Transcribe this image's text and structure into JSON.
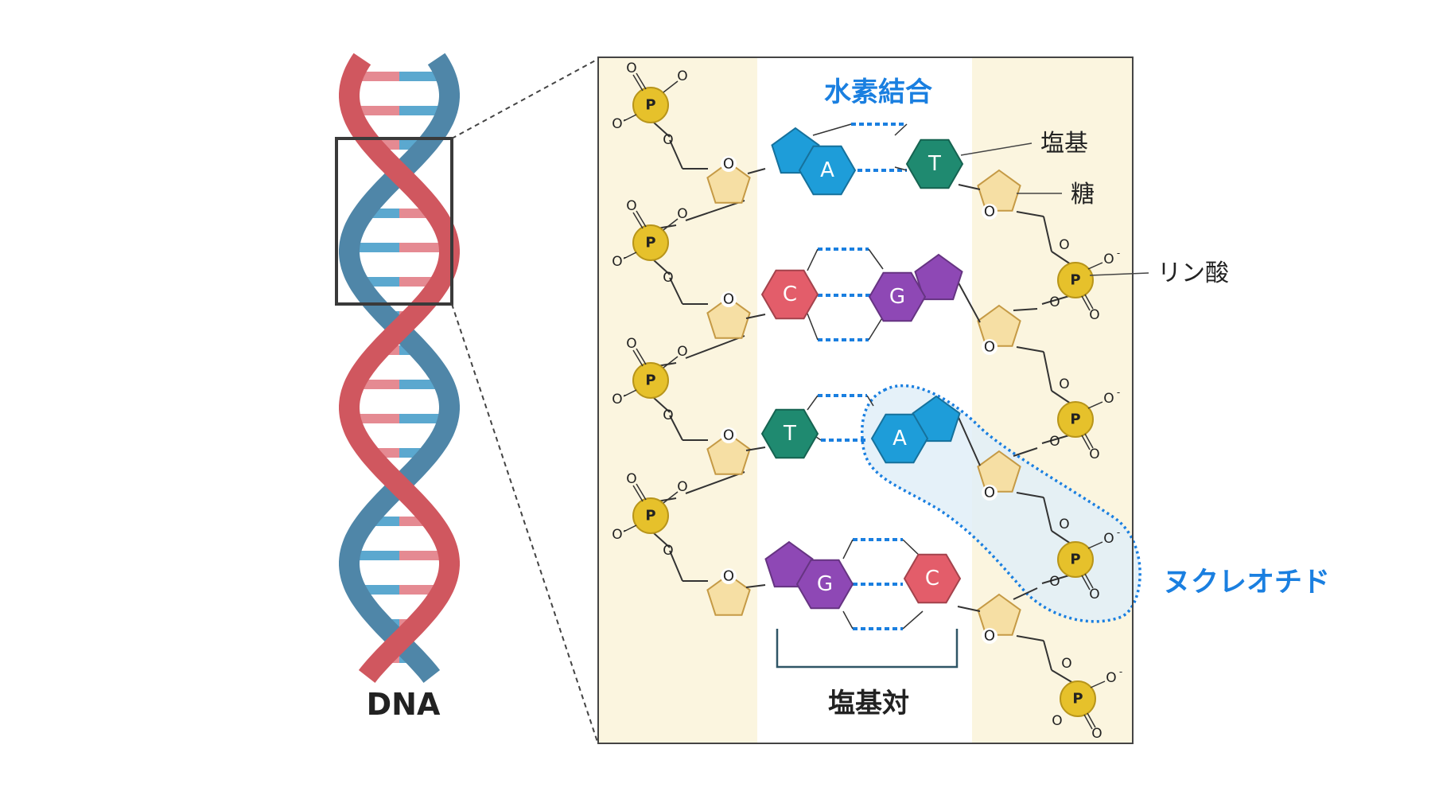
{
  "labels": {
    "dna": "DNA",
    "hydrogen_bond": "水素結合",
    "base": "塩基",
    "sugar": "糖",
    "phosphate": "リン酸",
    "nucleotide": "ヌクレオチド",
    "base_pair": "塩基対"
  },
  "atoms": {
    "phosphorus": "P",
    "oxygen": "O",
    "oxygen_ion": "O",
    "minus": "-"
  },
  "base_letters": {
    "row1": {
      "left": "A",
      "right": "T"
    },
    "row2": {
      "left": "C",
      "right": "G"
    },
    "row3": {
      "left": "T",
      "right": "A"
    },
    "row4": {
      "left": "G",
      "right": "C"
    }
  },
  "colors": {
    "adenine": "#1E9DD9",
    "thymine": "#1F8A70",
    "cytosine": "#E35D6A",
    "guanine": "#8E48B5",
    "phosphate": "#E6C12B",
    "sugar": "#F6DFA4",
    "strand_red": "#D0575F",
    "strand_blue": "#4F86A8",
    "panel_bg": "#FBF5DF",
    "accent_blue": "#1A7FE0",
    "text_dark": "#222222"
  }
}
